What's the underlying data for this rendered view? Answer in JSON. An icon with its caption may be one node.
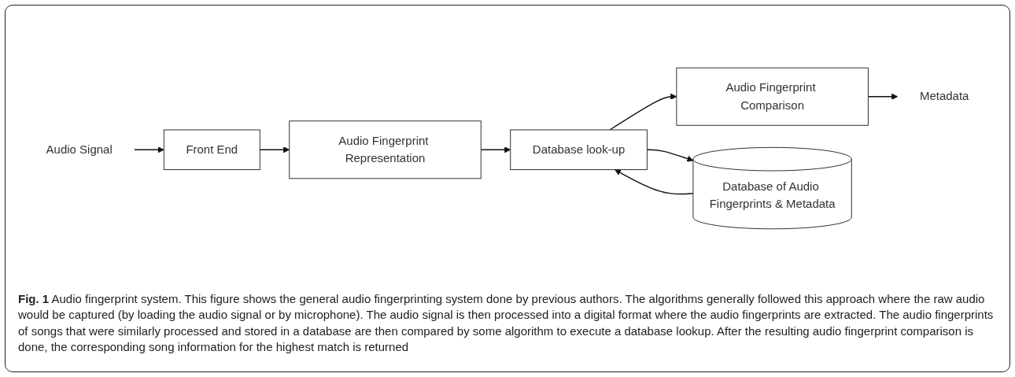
{
  "diagram": {
    "caption": "**Fig. 1** Audio fingerprint system. This figure shows the general audio fingerprinting system done by previous authors. The algorithms generally followed this approach where the raw audio would be captured (by loading the audio signal or by microphone). The audio signal is then processed into a digital format where the audio fingerprints are extracted. The audio fingerprints of songs that were similarly processed and stored in a database are then compared by some algorithm to execute a database lookup. After the resulting audio fingerprint comparison is done, the corresponding song information for the highest match is returned",
    "nodes": [
      {
        "text": [
          "Audio Signal"
        ]
      },
      {
        "text": [
          "Front End"
        ]
      },
      {
        "text": [
          "Audio Fingerprint Representation"
        ]
      },
      {
        "text": [
          "Database look-up"
        ]
      },
      {
        "text": [
          "Audio Fingerprint Comparison"
        ]
      },
      {
        "text": [
          "Metadata"
        ]
      },
      {
        "text": [
          "Database of Audio Fingerprints & Metadata"
        ]
      }
    ],
    "edges": [
      {
        "from": 0,
        "to": 1,
        "arrow": "to"
      },
      {
        "from": 1,
        "to": 2,
        "arrow": "to"
      },
      {
        "from": 2,
        "to": 3,
        "arrow": "to"
      },
      {
        "from": 3,
        "to": 4,
        "arrow": "to"
      },
      {
        "from": 4,
        "to": 5,
        "arrow": "to"
      },
      {
        "from": 3,
        "to": 6,
        "arrow": "to"
      },
      {
        "from": 6,
        "to": 3,
        "arrow": "to"
      }
    ]
  }
}
